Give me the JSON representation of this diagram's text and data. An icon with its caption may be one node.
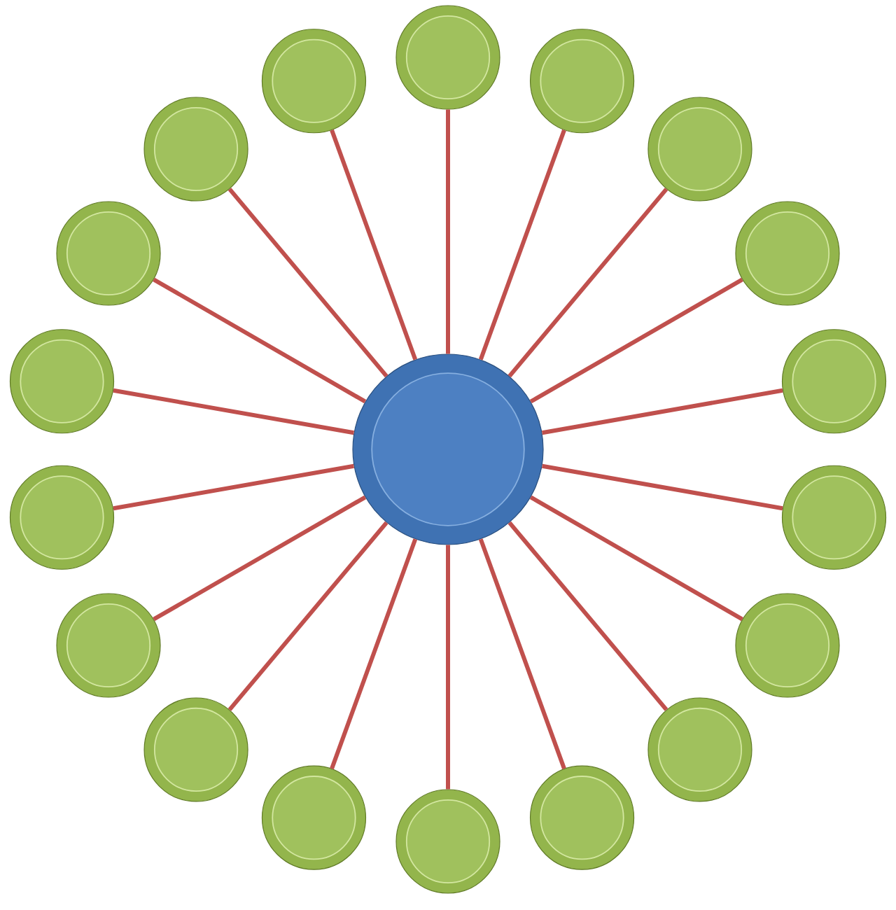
{
  "diagram": {
    "nodes": [
      {
        "text": [],
        "shape": "circle"
      },
      {
        "text": [],
        "shape": "circle"
      },
      {
        "text": [],
        "shape": "circle"
      },
      {
        "text": [],
        "shape": "circle"
      },
      {
        "text": [],
        "shape": "circle"
      },
      {
        "text": [],
        "shape": "circle"
      },
      {
        "text": [],
        "shape": "circle"
      },
      {
        "text": [],
        "shape": "circle"
      },
      {
        "text": [],
        "shape": "circle"
      },
      {
        "text": [],
        "shape": "circle"
      },
      {
        "text": [],
        "shape": "circle"
      },
      {
        "text": [],
        "shape": "circle"
      },
      {
        "text": [],
        "shape": "circle"
      },
      {
        "text": [],
        "shape": "circle"
      },
      {
        "text": [],
        "shape": "circle"
      },
      {
        "text": [],
        "shape": "circle"
      },
      {
        "text": [],
        "shape": "circle"
      },
      {
        "text": [],
        "shape": "circle"
      },
      {
        "text": [],
        "shape": "circle"
      }
    ],
    "edges": [
      {
        "from": 0,
        "to": 1,
        "arrow": "none"
      },
      {
        "from": 0,
        "to": 2,
        "arrow": "none"
      },
      {
        "from": 0,
        "to": 3,
        "arrow": "none"
      },
      {
        "from": 0,
        "to": 4,
        "arrow": "none"
      },
      {
        "from": 0,
        "to": 5,
        "arrow": "none"
      },
      {
        "from": 0,
        "to": 6,
        "arrow": "none"
      },
      {
        "from": 0,
        "to": 7,
        "arrow": "none"
      },
      {
        "from": 0,
        "to": 8,
        "arrow": "none"
      },
      {
        "from": 0,
        "to": 9,
        "arrow": "none"
      },
      {
        "from": 0,
        "to": 10,
        "arrow": "none"
      },
      {
        "from": 0,
        "to": 11,
        "arrow": "none"
      },
      {
        "from": 0,
        "to": 12,
        "arrow": "none"
      },
      {
        "from": 0,
        "to": 13,
        "arrow": "none"
      },
      {
        "from": 0,
        "to": 14,
        "arrow": "none"
      },
      {
        "from": 0,
        "to": 15,
        "arrow": "none"
      },
      {
        "from": 0,
        "to": 16,
        "arrow": "none"
      },
      {
        "from": 0,
        "to": 17,
        "arrow": "none"
      },
      {
        "from": 0,
        "to": 18,
        "arrow": "none"
      }
    ]
  }
}
